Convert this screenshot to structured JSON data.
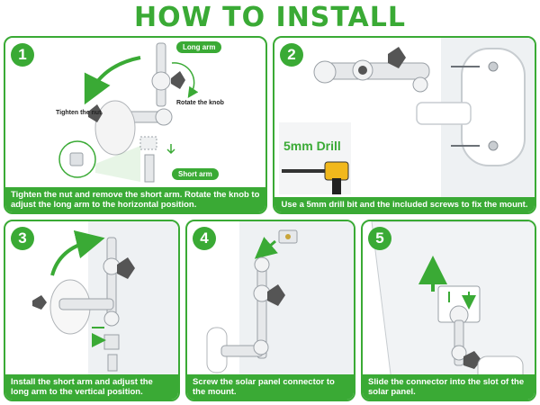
{
  "title": "HOW TO INSTALL",
  "colors": {
    "accent": "#3aaa35",
    "caption_text": "#ffffff"
  },
  "steps": [
    {
      "number": "1",
      "caption": "Tighten the nut and remove the short arm. Rotate the knob to adjust the long arm to the horizontal position.",
      "labels": {
        "long_arm": "Long arm",
        "rotate_knob": "Rotate the knob",
        "tighten_nut": "Tighten the nut",
        "short_arm": "Short arm"
      }
    },
    {
      "number": "2",
      "caption": "Use a 5mm drill bit and the included screws to fix the mount.",
      "labels": {
        "drill": "5mm Drill"
      }
    },
    {
      "number": "3",
      "caption": "Install the short arm and adjust the long arm to the vertical position."
    },
    {
      "number": "4",
      "caption": "Screw the solar panel connector to the mount."
    },
    {
      "number": "5",
      "caption": "Slide the connector into the slot of the solar panel."
    }
  ]
}
